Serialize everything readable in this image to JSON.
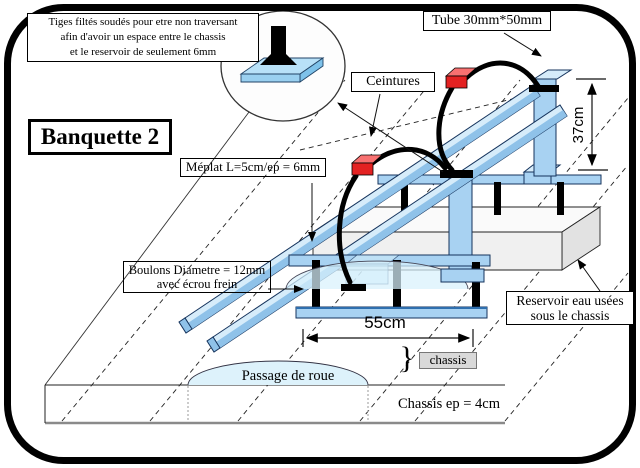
{
  "diagram": {
    "title": "Banquette 2",
    "note_box": {
      "lines": [
        "Tiges filtés soudés pour etre non traversant",
        "afin d'avoir un espace entre le chassis",
        "et le reservoir de seulement 6mm"
      ]
    },
    "labels": {
      "tube": "Tube 30mm*50mm",
      "ceintures": "Ceintures",
      "meplat": "Méplat L=5cm/ep = 6mm",
      "boulons": [
        "Boulons Diametre = 12mm",
        "avec écrou frein"
      ],
      "reservoir": [
        "Reservoir eau usées",
        "sous le chassis"
      ],
      "chassis_tag": "chassis",
      "passage_roue": "Passage de roue",
      "chassis_ep": "Chassis ep = 4cm",
      "brace": "}"
    },
    "dimensions": {
      "seat_width": "55cm",
      "backrest_height": "37cm"
    },
    "colors": {
      "frame_blue": "#a8d2f2",
      "frame_blue_light": "#d6ecfa",
      "frame_blue_dark": "#8fc2e9",
      "anchor_red": "#e32222",
      "reservoir_gray": "#f0f0f0",
      "tag_gray": "#d9d9d9",
      "arch_blue": "#ddf2fb"
    }
  }
}
